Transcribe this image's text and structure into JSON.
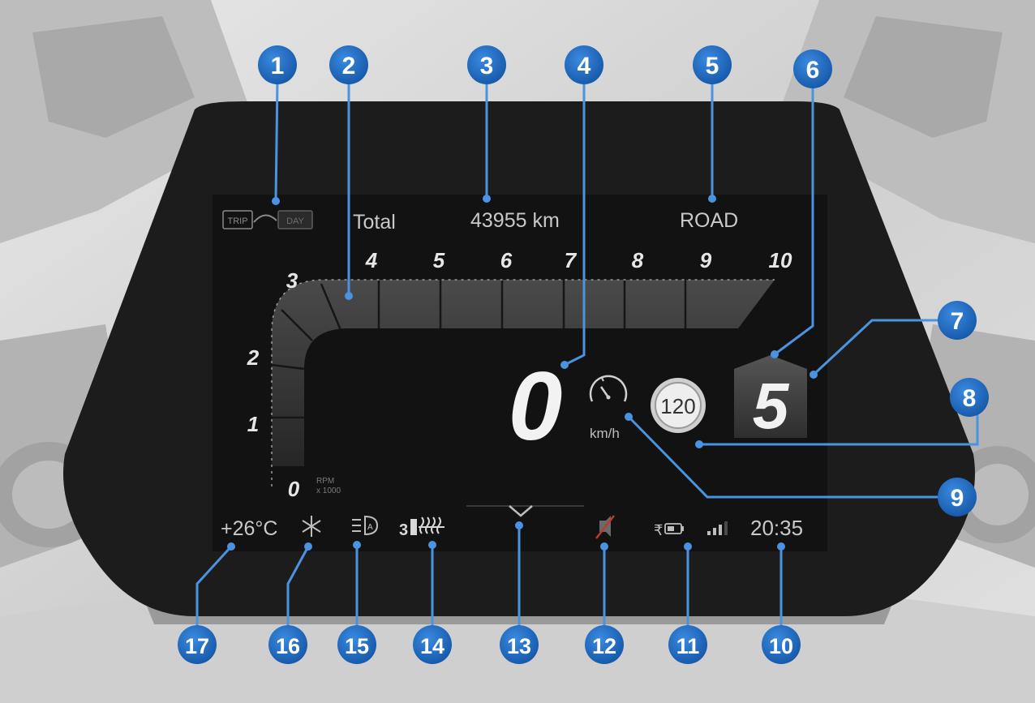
{
  "display": {
    "trip_label": "Total",
    "odometer": "43955 km",
    "riding_mode": "ROAD",
    "speed": "0",
    "speed_unit": "km/h",
    "speed_limit": "120",
    "gear": "5",
    "ambient_temp": "+26°C",
    "clock": "20:35",
    "rpm_unit_line1": "RPM",
    "rpm_unit_line2": "x 1000",
    "trip_badge_left": "TRIP",
    "trip_badge_right": "DAY",
    "heated_grip_level": "3",
    "tacho_scale": [
      "0",
      "1",
      "2",
      "3",
      "4",
      "5",
      "6",
      "7",
      "8",
      "9",
      "10"
    ]
  },
  "callouts": [
    "1",
    "2",
    "3",
    "4",
    "5",
    "6",
    "7",
    "8",
    "9",
    "10",
    "11",
    "12",
    "13",
    "14",
    "15",
    "16",
    "17"
  ],
  "icons": {
    "ice_warning": "snowflake-icon",
    "headlight_auto": "auto-headlight-icon",
    "heated_grips": "heated-grip-icon",
    "menu_marker": "chevron-down-icon",
    "connection": "muted-phone-icon",
    "fuel_battery": "battery-icon",
    "signal": "signal-bars-icon",
    "speed_limit_gauge": "speed-limit-gauge-icon"
  },
  "colors": {
    "callout": "#1e6fc4",
    "callout_line": "#4a93e0",
    "screen": "#121212",
    "bezel": "#1c1c1c",
    "warning": "#c0392b"
  }
}
